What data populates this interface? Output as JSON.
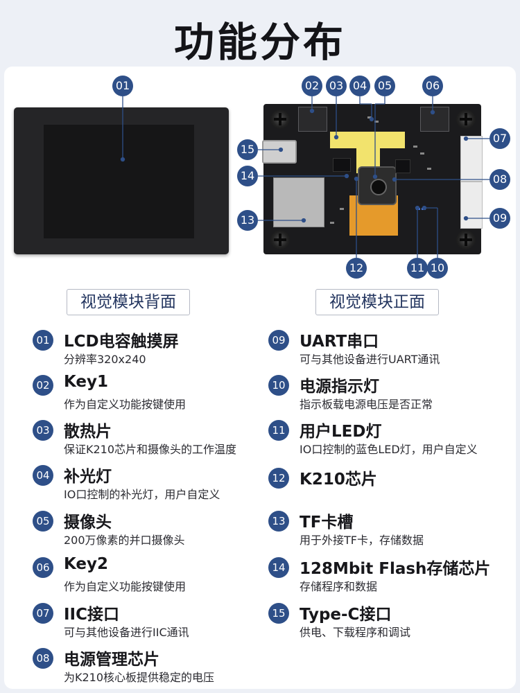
{
  "title": "功能分布",
  "back_caption": "视觉模块背面",
  "front_caption": "视觉模块正面",
  "callouts": [
    "01",
    "02",
    "03",
    "04",
    "05",
    "06",
    "07",
    "08",
    "09",
    "10",
    "11",
    "12",
    "13",
    "14",
    "15"
  ],
  "features": [
    {
      "num": "01",
      "name": "LCD电容触摸屏",
      "desc": "分辨率320x240"
    },
    {
      "num": "02",
      "name": "Key1",
      "desc": "作为自定义功能按键使用"
    },
    {
      "num": "03",
      "name": "散热片",
      "desc": "保证K210芯片和摄像头的工作温度"
    },
    {
      "num": "04",
      "name": "补光灯",
      "desc": "IO口控制的补光灯，用户自定义"
    },
    {
      "num": "05",
      "name": "摄像头",
      "desc": "200万像素的并口摄像头"
    },
    {
      "num": "06",
      "name": "Key2",
      "desc": "作为自定义功能按键使用"
    },
    {
      "num": "07",
      "name": "IIC接口",
      "desc": "可与其他设备进行IIC通讯"
    },
    {
      "num": "08",
      "name": "电源管理芯片",
      "desc": "为K210核心板提供稳定的电压"
    },
    {
      "num": "09",
      "name": "UART串口",
      "desc": "可与其他设备进行UART通讯"
    },
    {
      "num": "10",
      "name": "电源指示灯",
      "desc": "指示板载电源电压是否正常"
    },
    {
      "num": "11",
      "name": "用户LED灯",
      "desc": "IO口控制的蓝色LED灯，用户自定义"
    },
    {
      "num": "12",
      "name": "K210芯片",
      "desc": ""
    },
    {
      "num": "13",
      "name": "TF卡槽",
      "desc": "用于外接TF卡，存储数据"
    },
    {
      "num": "14",
      "name": "128Mbit Flash存储芯片",
      "desc": "存储程序和数据"
    },
    {
      "num": "15",
      "name": "Type-C接口",
      "desc": "供电、下载程序和调试"
    }
  ],
  "colors": {
    "badge": "#2e4f88",
    "heatsink": "#f2e36d",
    "ribbon": "#e59a2b",
    "board": "#1b1b1d"
  }
}
